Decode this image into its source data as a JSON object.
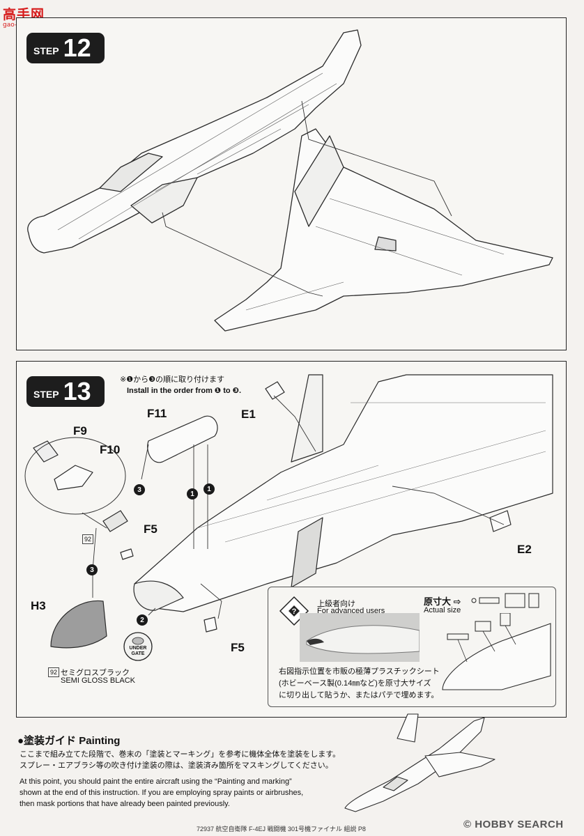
{
  "watermark": {
    "site_name": "高手网",
    "site_url": "gao-shou.com"
  },
  "step12": {
    "word": "STEP",
    "number": "12"
  },
  "step13": {
    "word": "STEP",
    "number": "13",
    "note_jp": "※❶から❸の順に取り付けます",
    "note_en": "Install in the order from ❶ to ❸.",
    "labels": {
      "e1": "E1",
      "e2": "E2",
      "f9": "F9",
      "f10": "F10",
      "f11": "F11",
      "f5_top": "F5",
      "f5_bottom": "F5",
      "h3": "H3"
    },
    "order_marks": [
      "3",
      "1",
      "1",
      "3",
      "2"
    ],
    "color_code_left": "92",
    "color_code_nose": "92",
    "nose_color_jp": "セミグロスブラック",
    "nose_color_en": "SEMI GLOSS BLACK",
    "under_gate_line1": "UNDER",
    "under_gate_line2": "GATE",
    "advanced": {
      "tag_jp": "上級者向け",
      "tag_en": "For advanced users",
      "actual_size_jp": "原寸大 ⇨",
      "actual_size_en": "Actual size",
      "text_line1": "右図指示位置を市販の極薄プラスチックシート",
      "text_line2": "(ホビーベース製(0.14㎜など)を原寸大サイズ",
      "text_line3": "に切り出して貼うか、またはパテで埋めます。"
    }
  },
  "painting": {
    "heading": "●塗装ガイド Painting",
    "jp_line1": "ここまで組み立てた段階で、巻末の「塗装とマーキング」を参考に機体全体を塗装をします。",
    "jp_line2": "スプレー・エアブラシ等の吹き付け塗装の際は、塗装済み箇所をマスキングしてください。",
    "en_line1": "At this point, you should paint the entire aircraft using the “Painting and marking”",
    "en_line2": "shown at the end of this instruction. If you are employing spray paints or airbrushes,",
    "en_line3": "then mask portions that have already been painted previously."
  },
  "footer": {
    "text": "72937 航空自衛隊 F-4EJ 戦闘機 301号機ファイナル 組説 P8",
    "watermark": "© HOBBY SEARCH"
  }
}
